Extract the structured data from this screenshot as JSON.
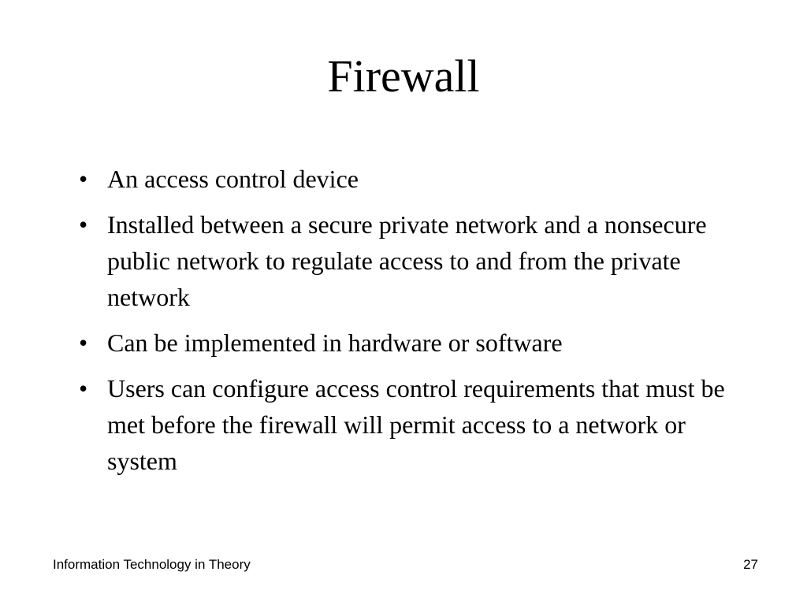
{
  "slide": {
    "title": "Firewall",
    "bullet_glyph": "•",
    "bullets": [
      "An access control device",
      "Installed between a secure private network and a nonsecure public network to regulate access to and from the private network",
      "Can be implemented in hardware or software",
      "Users can configure access control requirements that must be met before the firewall will permit access to a network or system"
    ],
    "footer": {
      "left": "Information Technology in Theory",
      "page_number": "27"
    }
  }
}
